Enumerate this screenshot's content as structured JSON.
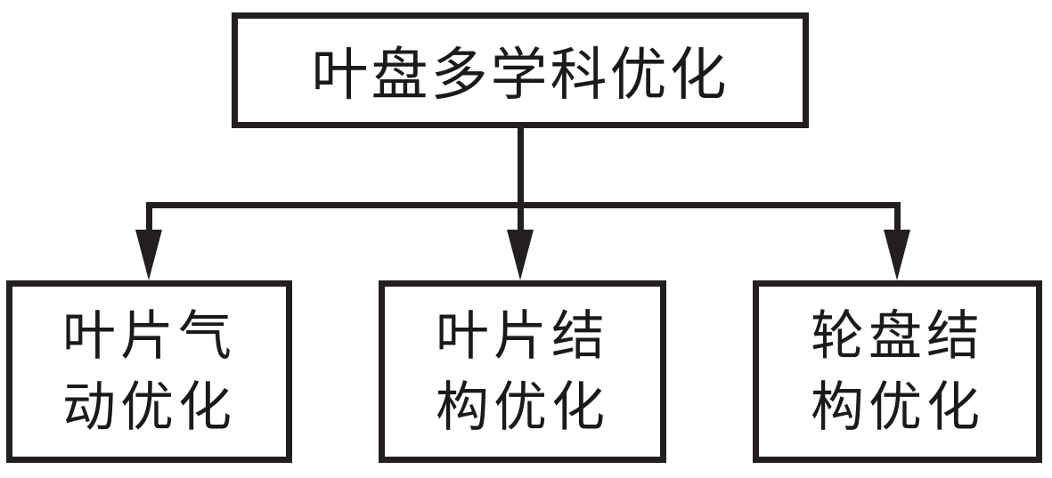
{
  "diagram": {
    "type": "flowchart",
    "background": "#ffffff",
    "line_color": "#231f20",
    "text_color": "#1a1a1a",
    "root": {
      "label": "叶盘多学科优化"
    },
    "children": [
      {
        "label": "叶片气\n动优化"
      },
      {
        "label": "叶片结\n构优化"
      },
      {
        "label": "轮盘结\n构优化"
      }
    ],
    "icons": {
      "arrow_down": "css-triangle-down"
    }
  }
}
